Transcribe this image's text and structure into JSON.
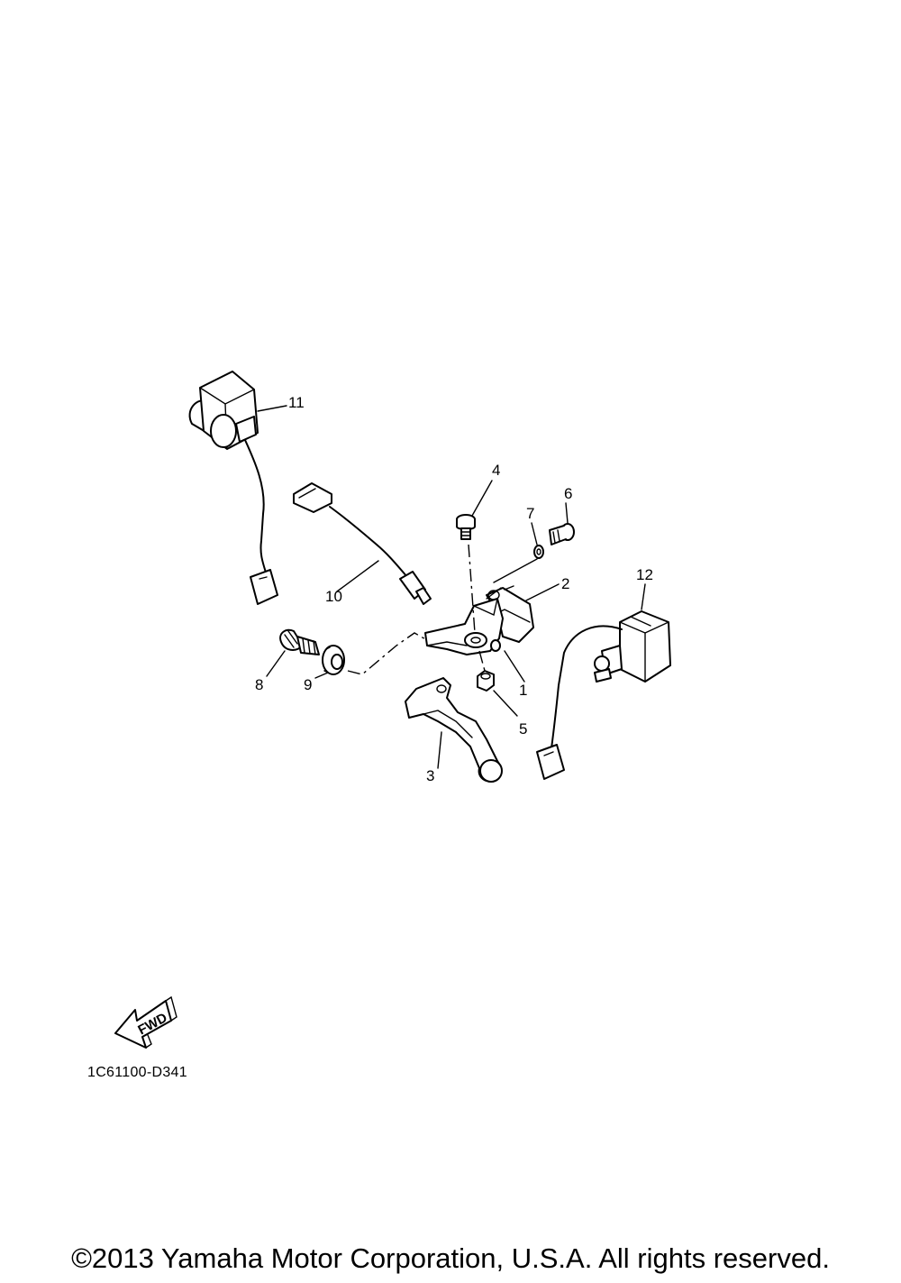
{
  "diagram": {
    "callouts": [
      {
        "id": "1",
        "label": "1"
      },
      {
        "id": "2",
        "label": "2"
      },
      {
        "id": "3",
        "label": "3"
      },
      {
        "id": "4",
        "label": "4"
      },
      {
        "id": "5",
        "label": "5"
      },
      {
        "id": "6",
        "label": "6"
      },
      {
        "id": "7",
        "label": "7"
      },
      {
        "id": "8",
        "label": "8"
      },
      {
        "id": "9",
        "label": "9"
      },
      {
        "id": "10",
        "label": "10"
      },
      {
        "id": "11",
        "label": "11"
      },
      {
        "id": "12",
        "label": "12"
      }
    ],
    "fwd_label": "FWD",
    "code": "1C61100-D341"
  },
  "footer": {
    "copyright": "©2013 Yamaha Motor Corporation, U.S.A. All rights reserved."
  }
}
